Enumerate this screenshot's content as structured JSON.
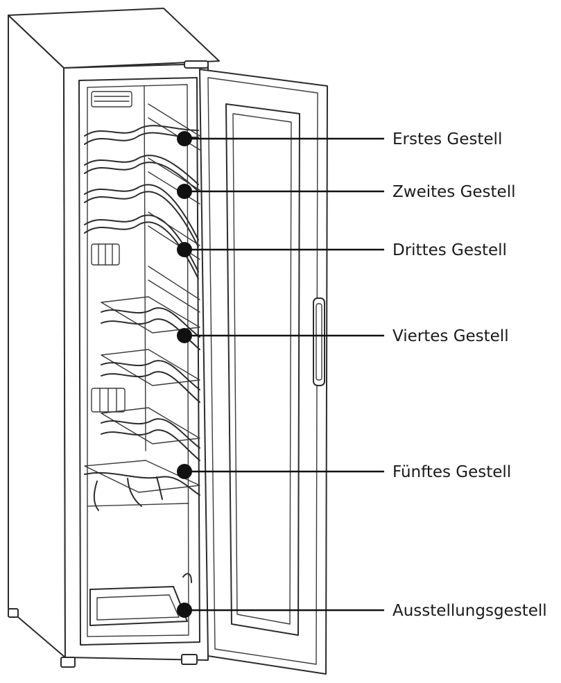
{
  "callouts": [
    {
      "id": "erstes",
      "label": "Erstes Gestell"
    },
    {
      "id": "zweites",
      "label": "Zweites Gestell"
    },
    {
      "id": "drittes",
      "label": "Drittes Gestell"
    },
    {
      "id": "viertes",
      "label": "Viertes Gestell"
    },
    {
      "id": "fuenftes",
      "label": "Fünftes Gestell"
    },
    {
      "id": "ausstellung",
      "label": "Ausstellungsgestell"
    }
  ]
}
